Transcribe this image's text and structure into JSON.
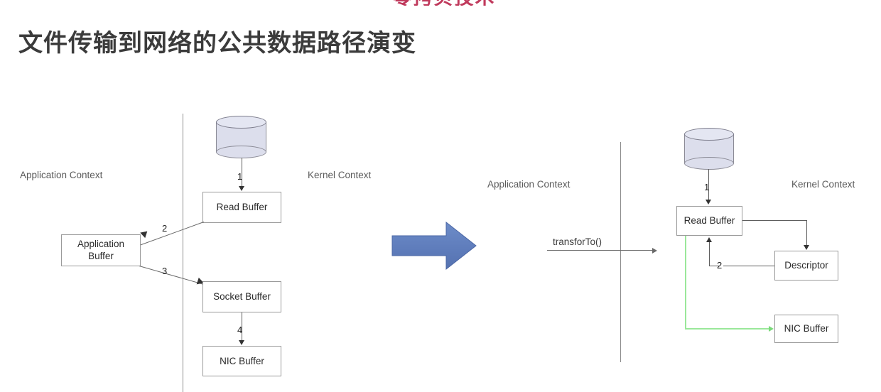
{
  "slide": {
    "red_banner_text": "零拷贝技术",
    "title": "文件传输到网络的公共数据路径演变",
    "accent_red": "#c0395c",
    "title_color": "#3b3b3b",
    "arrow_blue": "#607ebc",
    "green_path": "#9ae89a",
    "cylinder_fill": "#dcdeec"
  },
  "left_diagram": {
    "name": "traditional-copy-path",
    "app_context_label": "Application Context",
    "kernel_context_label": "Kernel Context",
    "disk_label": "disk-cylinder",
    "boxes": [
      {
        "id": "read-buffer",
        "label": "Read Buffer"
      },
      {
        "id": "application-buffer",
        "label": "Application\nBuffer",
        "line1": "Application",
        "line2": "Buffer"
      },
      {
        "id": "socket-buffer",
        "label": "Socket Buffer"
      },
      {
        "id": "nic-buffer",
        "label": "NIC Buffer"
      }
    ],
    "steps": [
      {
        "num": "1",
        "from": "disk",
        "to": "Read Buffer"
      },
      {
        "num": "2",
        "from": "Read Buffer",
        "to": "Application Buffer"
      },
      {
        "num": "3",
        "from": "Application Buffer",
        "to": "Socket Buffer"
      },
      {
        "num": "4",
        "from": "Socket Buffer",
        "to": "NIC Buffer"
      }
    ]
  },
  "right_diagram": {
    "name": "zero-copy-path",
    "app_context_label": "Application Context",
    "kernel_context_label": "Kernel Context",
    "call_label": "transforTo()",
    "disk_label": "disk-cylinder",
    "boxes": [
      {
        "id": "read-buffer",
        "label": "Read Buffer"
      },
      {
        "id": "descriptor",
        "label": "Descriptor"
      },
      {
        "id": "nic-buffer",
        "label": "NIC Buffer"
      }
    ],
    "steps": [
      {
        "num": "1",
        "from": "disk",
        "to": "Read Buffer"
      },
      {
        "num": "2",
        "from": "Descriptor",
        "to": "Read Buffer"
      }
    ]
  }
}
